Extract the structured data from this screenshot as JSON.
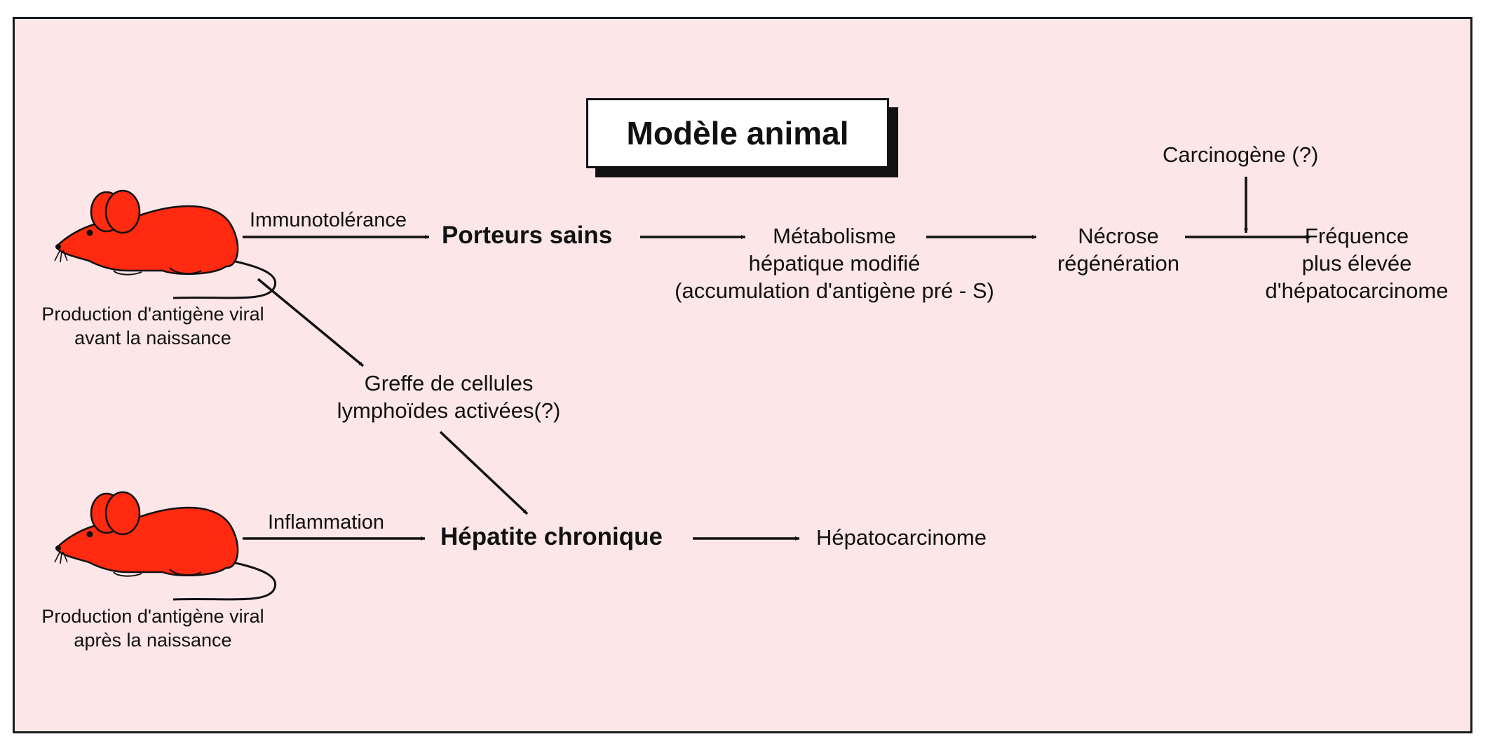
{
  "colors": {
    "background": "#fce6e7",
    "frame": "#1a1a1a",
    "mouse_fill": "#ff2a10",
    "arrow": "#111111"
  },
  "title": "Modèle animal",
  "mice": [
    {
      "name": "mouse-icon",
      "caption": [
        "Production d'antigène viral",
        "avant la naissance"
      ]
    },
    {
      "name": "mouse-icon",
      "caption": [
        "Production d'antigène viral",
        "après la naissance"
      ]
    }
  ],
  "edge_labels": {
    "immunotolerance": "Immunotolérance",
    "inflammation": "Inflammation",
    "carcinogen": "Carcinogène (?)"
  },
  "nodes": {
    "healthy_carriers": "Porteurs sains",
    "metabolism": [
      "Métabolisme",
      "hépatique modifié",
      "(accumulation d'antigène pré - S)"
    ],
    "necrosis": [
      "Nécrose",
      "régénération"
    ],
    "frequency": [
      "Fréquence",
      "plus élevée",
      "d'hépatocarcinome"
    ],
    "graft": [
      "Greffe de cellules",
      "lymphoïdes activées(?)"
    ],
    "chronic_hepatitis": "Hépatite chronique",
    "hepatocarcinoma": "Hépatocarcinome"
  }
}
